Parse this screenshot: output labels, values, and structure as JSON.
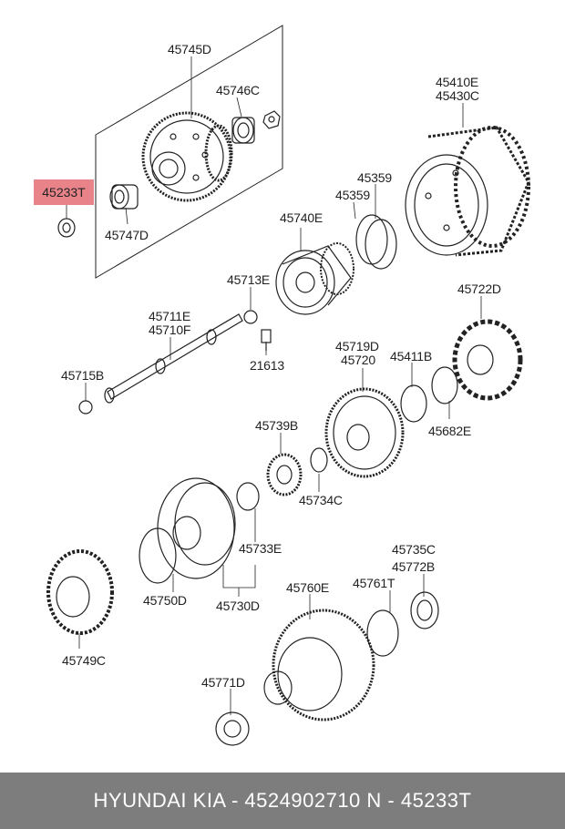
{
  "diagram": {
    "highlight": "#e8838a",
    "labels": {
      "p45745D": "45745D",
      "p45746C": "45746C",
      "p45233T": "45233T",
      "p45747D": "45747D",
      "p45410E": "45410E",
      "p45430C": "45430C",
      "p45359a": "45359",
      "p45359b": "45359",
      "p45740E": "45740E",
      "p45713E": "45713E",
      "p45722D": "45722D",
      "p45711E": "45711E",
      "p45710F": "45710F",
      "p21613": "21613",
      "p45719D": "45719D",
      "p45720": "45720",
      "p45411B": "45411B",
      "p45715B": "45715B",
      "p45682E": "45682E",
      "p45739B": "45739B",
      "p45734C": "45734C",
      "p45733E": "45733E",
      "p45735C": "45735C",
      "p45772B": "45772B",
      "p45750D": "45750D",
      "p45730D": "45730D",
      "p45760E": "45760E",
      "p45761T": "45761T",
      "p45749C": "45749C",
      "p45771D": "45771D"
    }
  },
  "footer": {
    "text": "HYUNDAI  KIA - 4524902710     N - 45233T"
  }
}
